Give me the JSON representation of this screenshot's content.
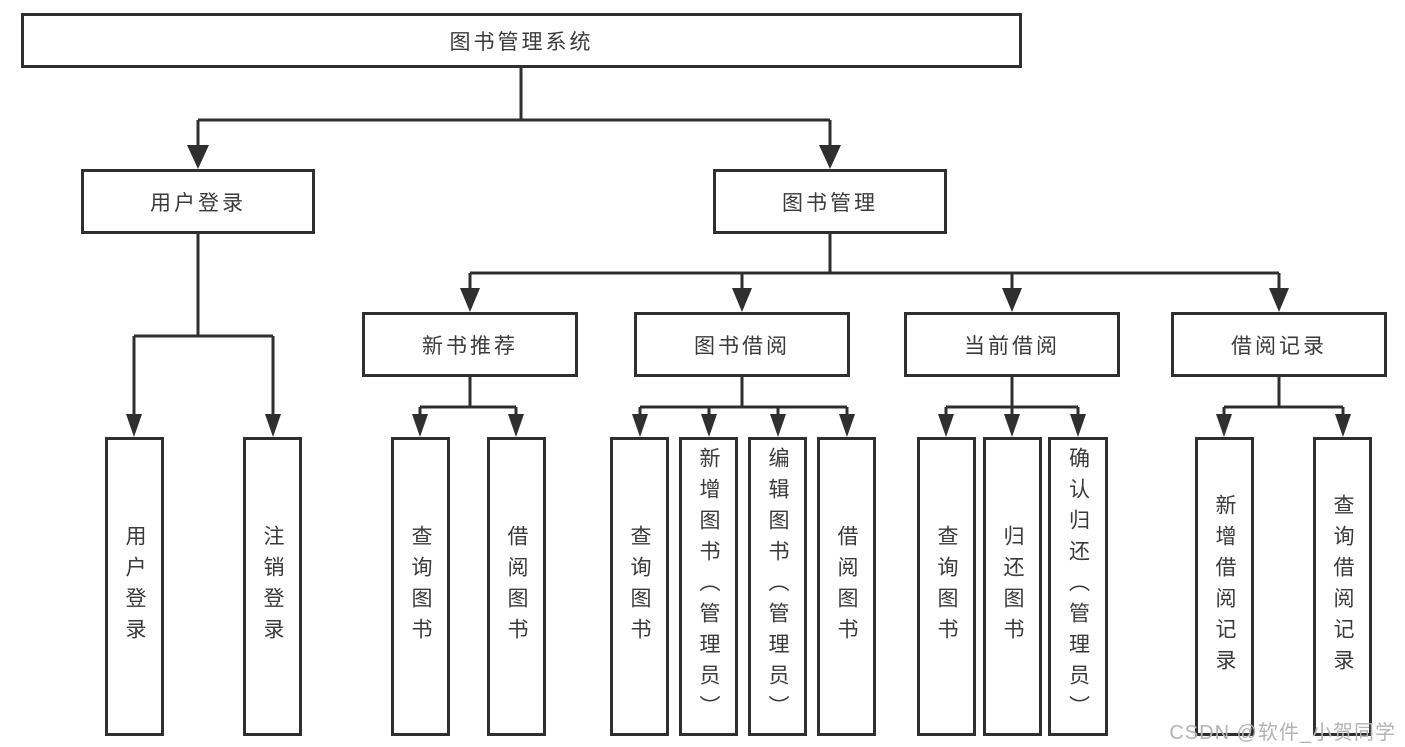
{
  "colors": {
    "line": "#2f2f2f",
    "box_border": "#2f2f2f",
    "box_background": "#ffffff",
    "text": "#3a3a3a",
    "watermark_text": "#b3b3b3"
  },
  "tree": {
    "root": "图书管理系统",
    "branches": [
      {
        "label": "用户登录",
        "children": [
          "用户登录",
          "注销登录"
        ]
      },
      {
        "label": "图书管理",
        "sections": [
          {
            "label": "新书推荐",
            "children": [
              "查询图书",
              "借阅图书"
            ]
          },
          {
            "label": "图书借阅",
            "children": [
              "查询图书",
              "新增图书（管理员）",
              "编辑图书（管理员）",
              "借阅图书"
            ]
          },
          {
            "label": "当前借阅",
            "children": [
              "查询图书",
              "归还图书",
              "确认归还（管理员）"
            ]
          },
          {
            "label": "借阅记录",
            "children": [
              "新增借阅记录",
              "查询借阅记录"
            ]
          }
        ]
      }
    ]
  },
  "watermark": "CSDN @软件_小贺同学"
}
